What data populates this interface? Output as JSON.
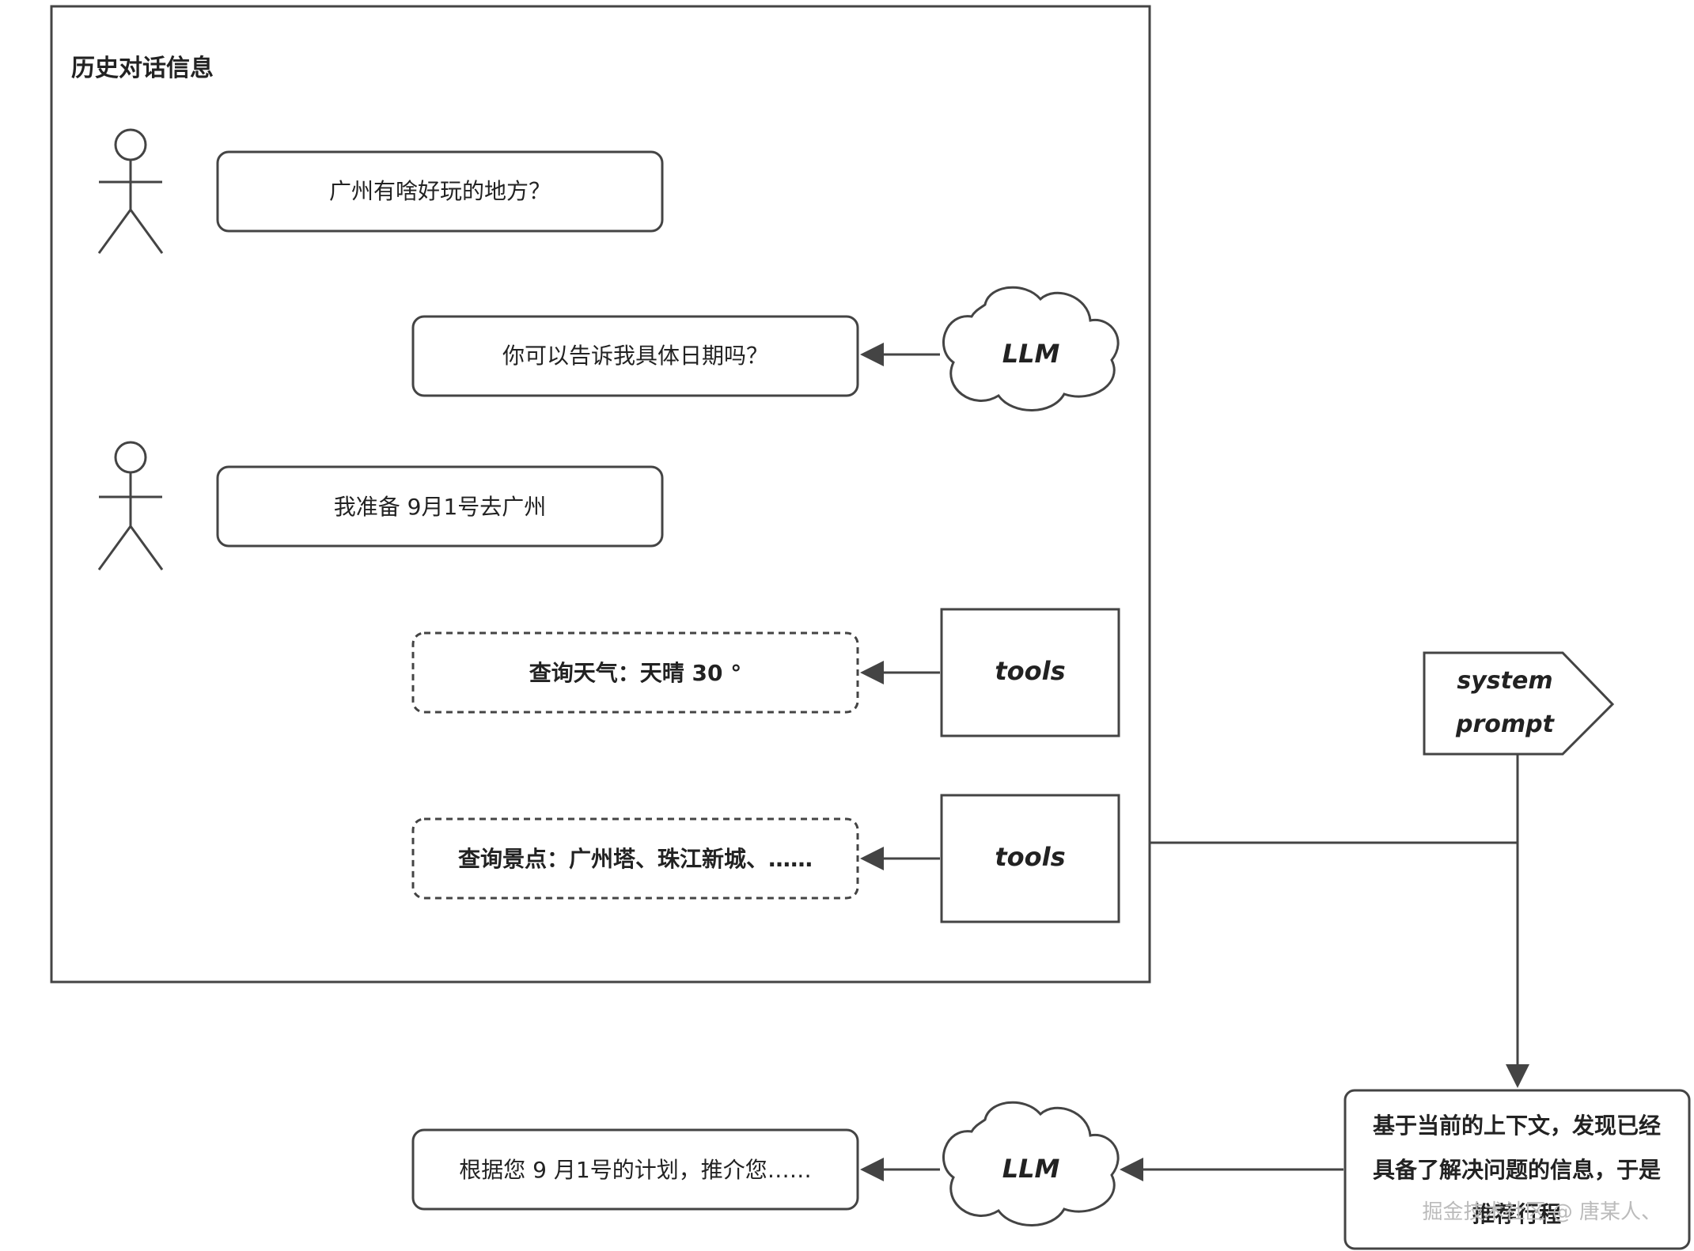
{
  "history_panel": {
    "title": "历史对话信息"
  },
  "messages": [
    {
      "role": "user",
      "text": "广州有啥好玩的地方？"
    },
    {
      "role": "llm",
      "text": "你可以告诉我具体日期吗？"
    },
    {
      "role": "user",
      "text": "我准备 9月1号去广州"
    },
    {
      "role": "tool",
      "text": "查询天气：天晴 30 °"
    },
    {
      "role": "tool",
      "text": "查询景点：广州塔、珠江新城、……"
    }
  ],
  "sources": {
    "llm": "LLM",
    "tools": "tools"
  },
  "system_prompt": {
    "line1": "system",
    "line2": "prompt"
  },
  "decision_box": {
    "line1": "基于当前的上下文，发现已经",
    "line2": "具备了解决问题的信息，于是",
    "line3": "推荐行程"
  },
  "final_answer": {
    "text": "根据您 9 月1号的计划，推介您……"
  },
  "watermark": "掘金技术社区 @ 唐某人、",
  "icons": [
    "stick-figure-icon",
    "cloud-icon",
    "arrow-head-icon"
  ],
  "colors": {
    "stroke": "#444444",
    "text": "#222222",
    "background": "#ffffff"
  }
}
